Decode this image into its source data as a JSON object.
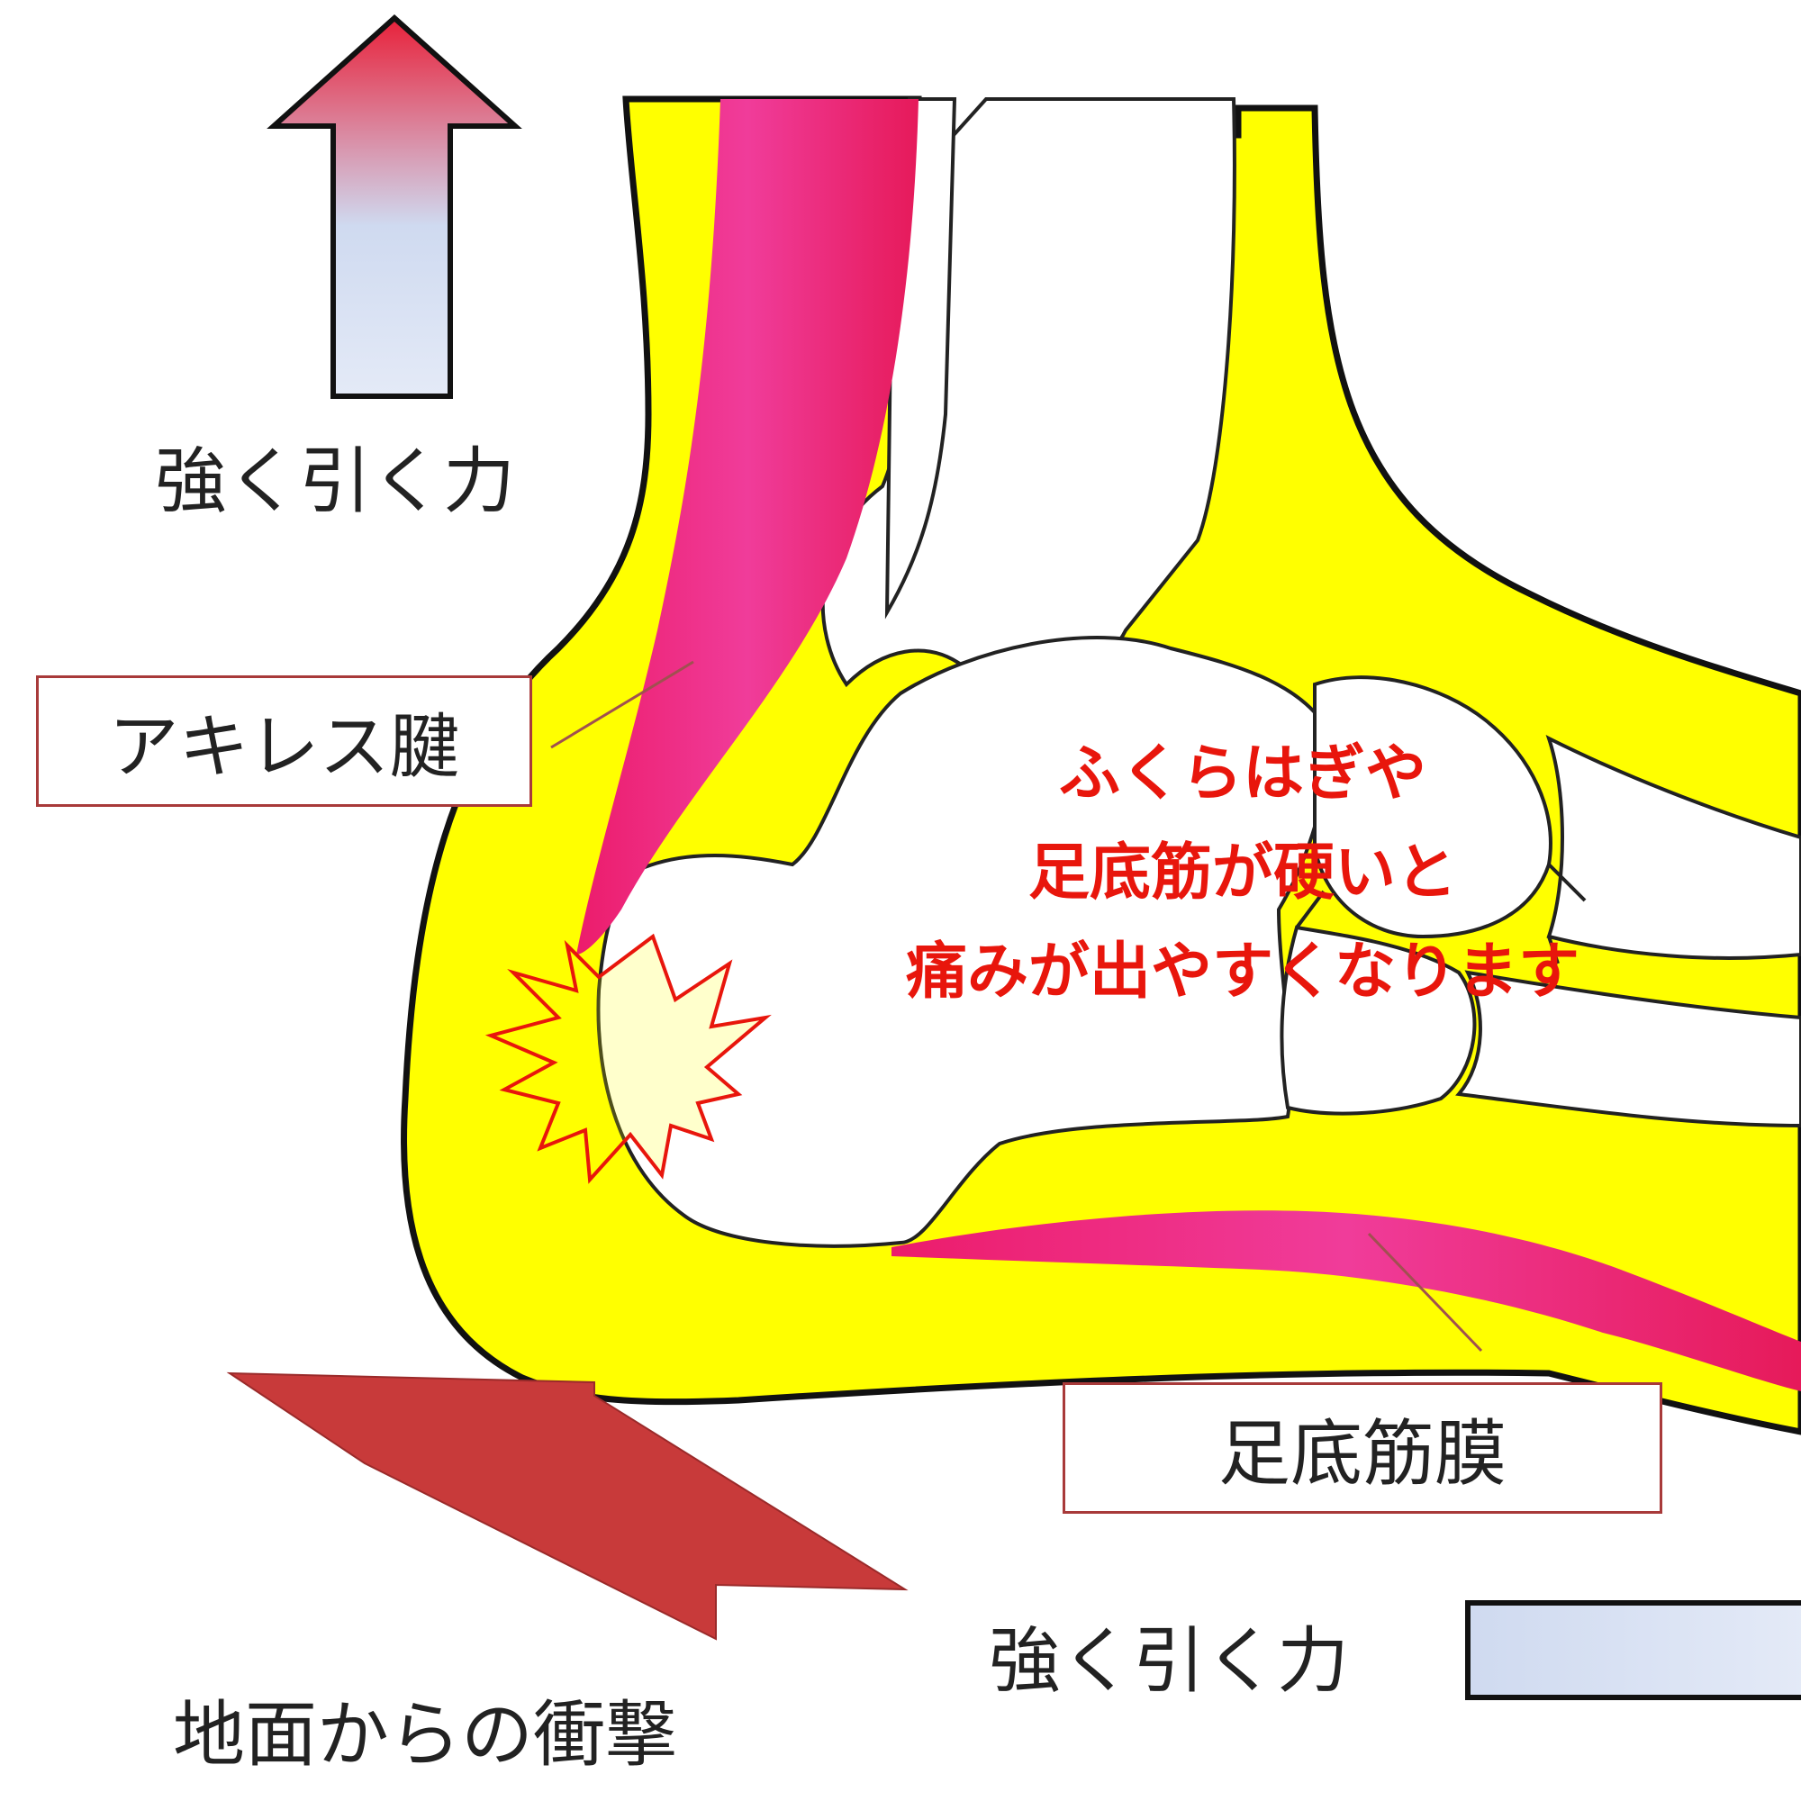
{
  "labels": {
    "top_pull": "強く引く力",
    "achilles": "アキレス腱",
    "plantar_fascia": "足底筋膜",
    "bottom_pull": "強く引く力",
    "ground_impact": "地面からの衝撃"
  },
  "message": {
    "line1": "ふくらはぎや",
    "line2": "足底筋が硬いと",
    "line3": "痛みが出やすくなります"
  },
  "colors": {
    "fat_layer": "#ffff00",
    "tendon": "#ec1c6b",
    "outline": "#111111",
    "message": "#e8160c",
    "label_border": "#a83a3a",
    "impact_arrow": "#c83a3a",
    "pull_arrow_top": "#e8213a",
    "pull_arrow_light": "#cfdaf0",
    "pain_burst": "#e8160c"
  },
  "icons": {
    "pull_arrow": "up-arrow-icon",
    "impact_arrow": "diagonal-arrow-icon",
    "pain": "pain-burst-icon"
  }
}
